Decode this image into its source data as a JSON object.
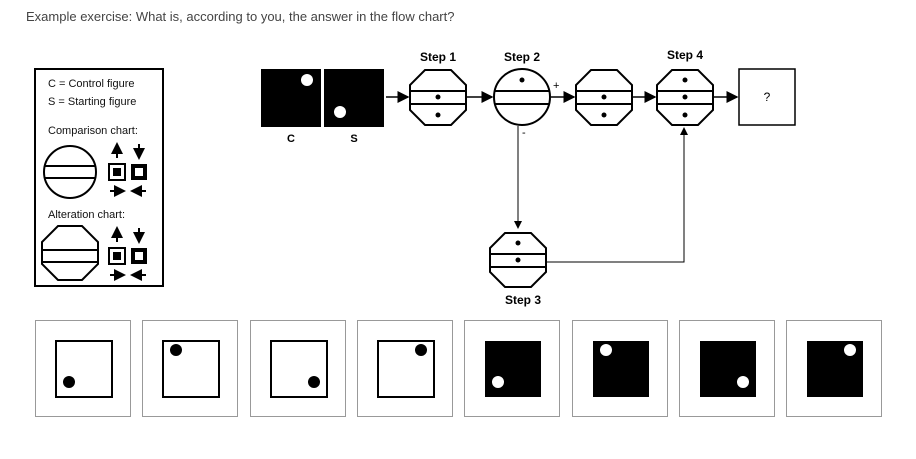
{
  "question": "Example exercise: What is, according to you, the answer in the flow chart?",
  "legend": {
    "control": "C = Control figure",
    "starting": "S = Starting figure",
    "comparison_title": "Comparison chart:",
    "alteration_title": "Alteration chart:"
  },
  "flow": {
    "step1": "Step 1",
    "step2": "Step 2",
    "step3": "Step 3",
    "step4": "Step 4",
    "label_c": "C",
    "label_s": "S",
    "plus": "+",
    "minus": "-",
    "answer": "?"
  },
  "options": [
    {
      "fill": "white",
      "dot": "bottom-left"
    },
    {
      "fill": "white",
      "dot": "top-left"
    },
    {
      "fill": "white",
      "dot": "bottom-right"
    },
    {
      "fill": "white",
      "dot": "top-right"
    },
    {
      "fill": "black",
      "dot": "bottom-left"
    },
    {
      "fill": "black",
      "dot": "top-left"
    },
    {
      "fill": "black",
      "dot": "bottom-right"
    },
    {
      "fill": "black",
      "dot": "top-right"
    }
  ]
}
